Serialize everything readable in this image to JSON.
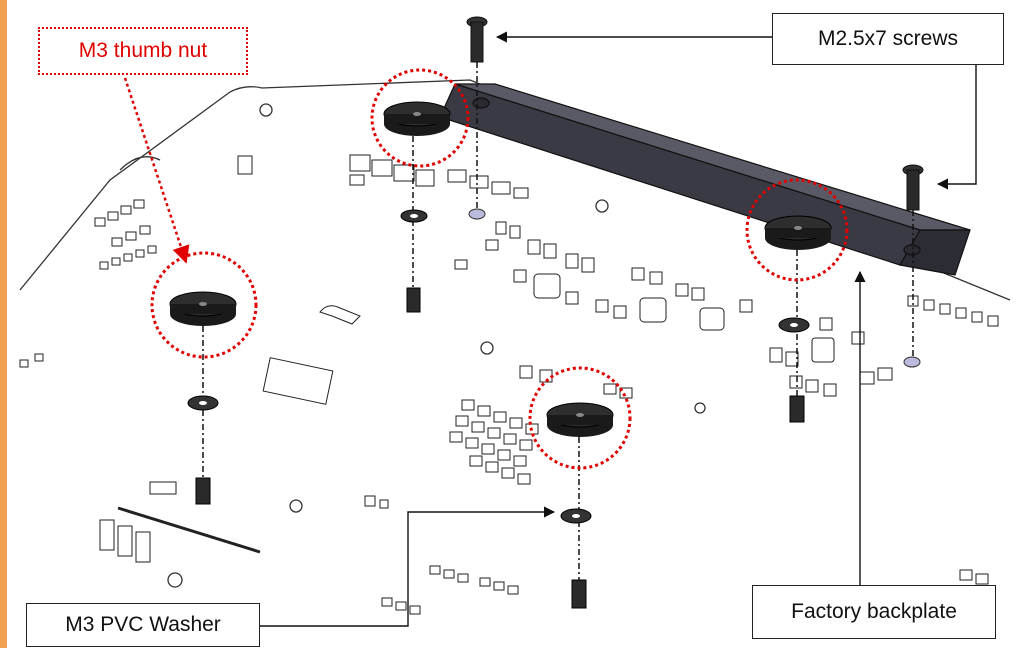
{
  "labels": {
    "thumb_nut": "M3 thumb nut",
    "screws": "M2.5x7 screws",
    "washer": "M3 PVC Washer",
    "backplate": "Factory backplate"
  },
  "colors": {
    "accent_stripe": "#f0a050",
    "highlight": "#e00000",
    "line": "#111111",
    "backplate_fill": "#3a3a44",
    "nut_fill": "#1a1a1a"
  }
}
